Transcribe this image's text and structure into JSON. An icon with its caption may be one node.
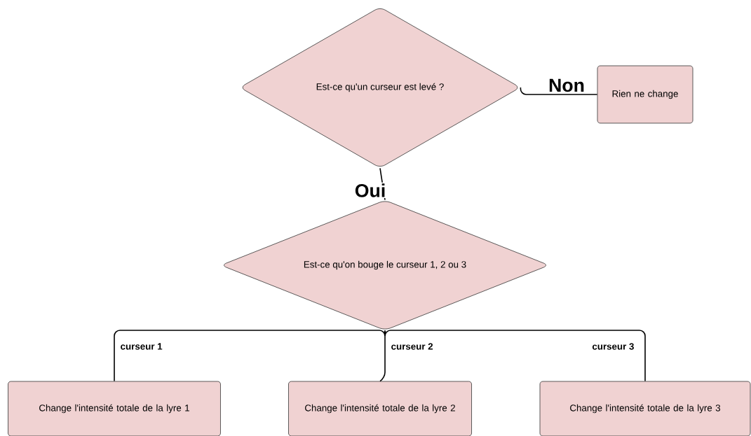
{
  "diagram": {
    "nodes": [
      {
        "text": [
          "Est-ce qu'un curseur est levé ?"
        ]
      },
      {
        "text": [
          "Rien ne change"
        ]
      },
      {
        "text": [
          "Est-ce qu'on bouge le curseur 1, 2 ou 3"
        ]
      },
      {
        "text": [
          "Change l'intensité totale de la lyre 1"
        ]
      },
      {
        "text": [
          "Change l'intensité totale de la lyre 2"
        ]
      },
      {
        "text": [
          "Change l'intensité totale de la lyre 3"
        ]
      }
    ],
    "edges": [
      {
        "from": 0,
        "to": 1,
        "arrow": "none",
        "label": "Non"
      },
      {
        "from": 0,
        "to": 2,
        "arrow": "none",
        "label": "Oui"
      },
      {
        "from": 2,
        "to": 3,
        "arrow": "none",
        "label": "curseur 1"
      },
      {
        "from": 2,
        "to": 4,
        "arrow": "none",
        "label": "curseur 2"
      },
      {
        "from": 2,
        "to": 5,
        "arrow": "none",
        "label": "curseur 3"
      }
    ]
  }
}
